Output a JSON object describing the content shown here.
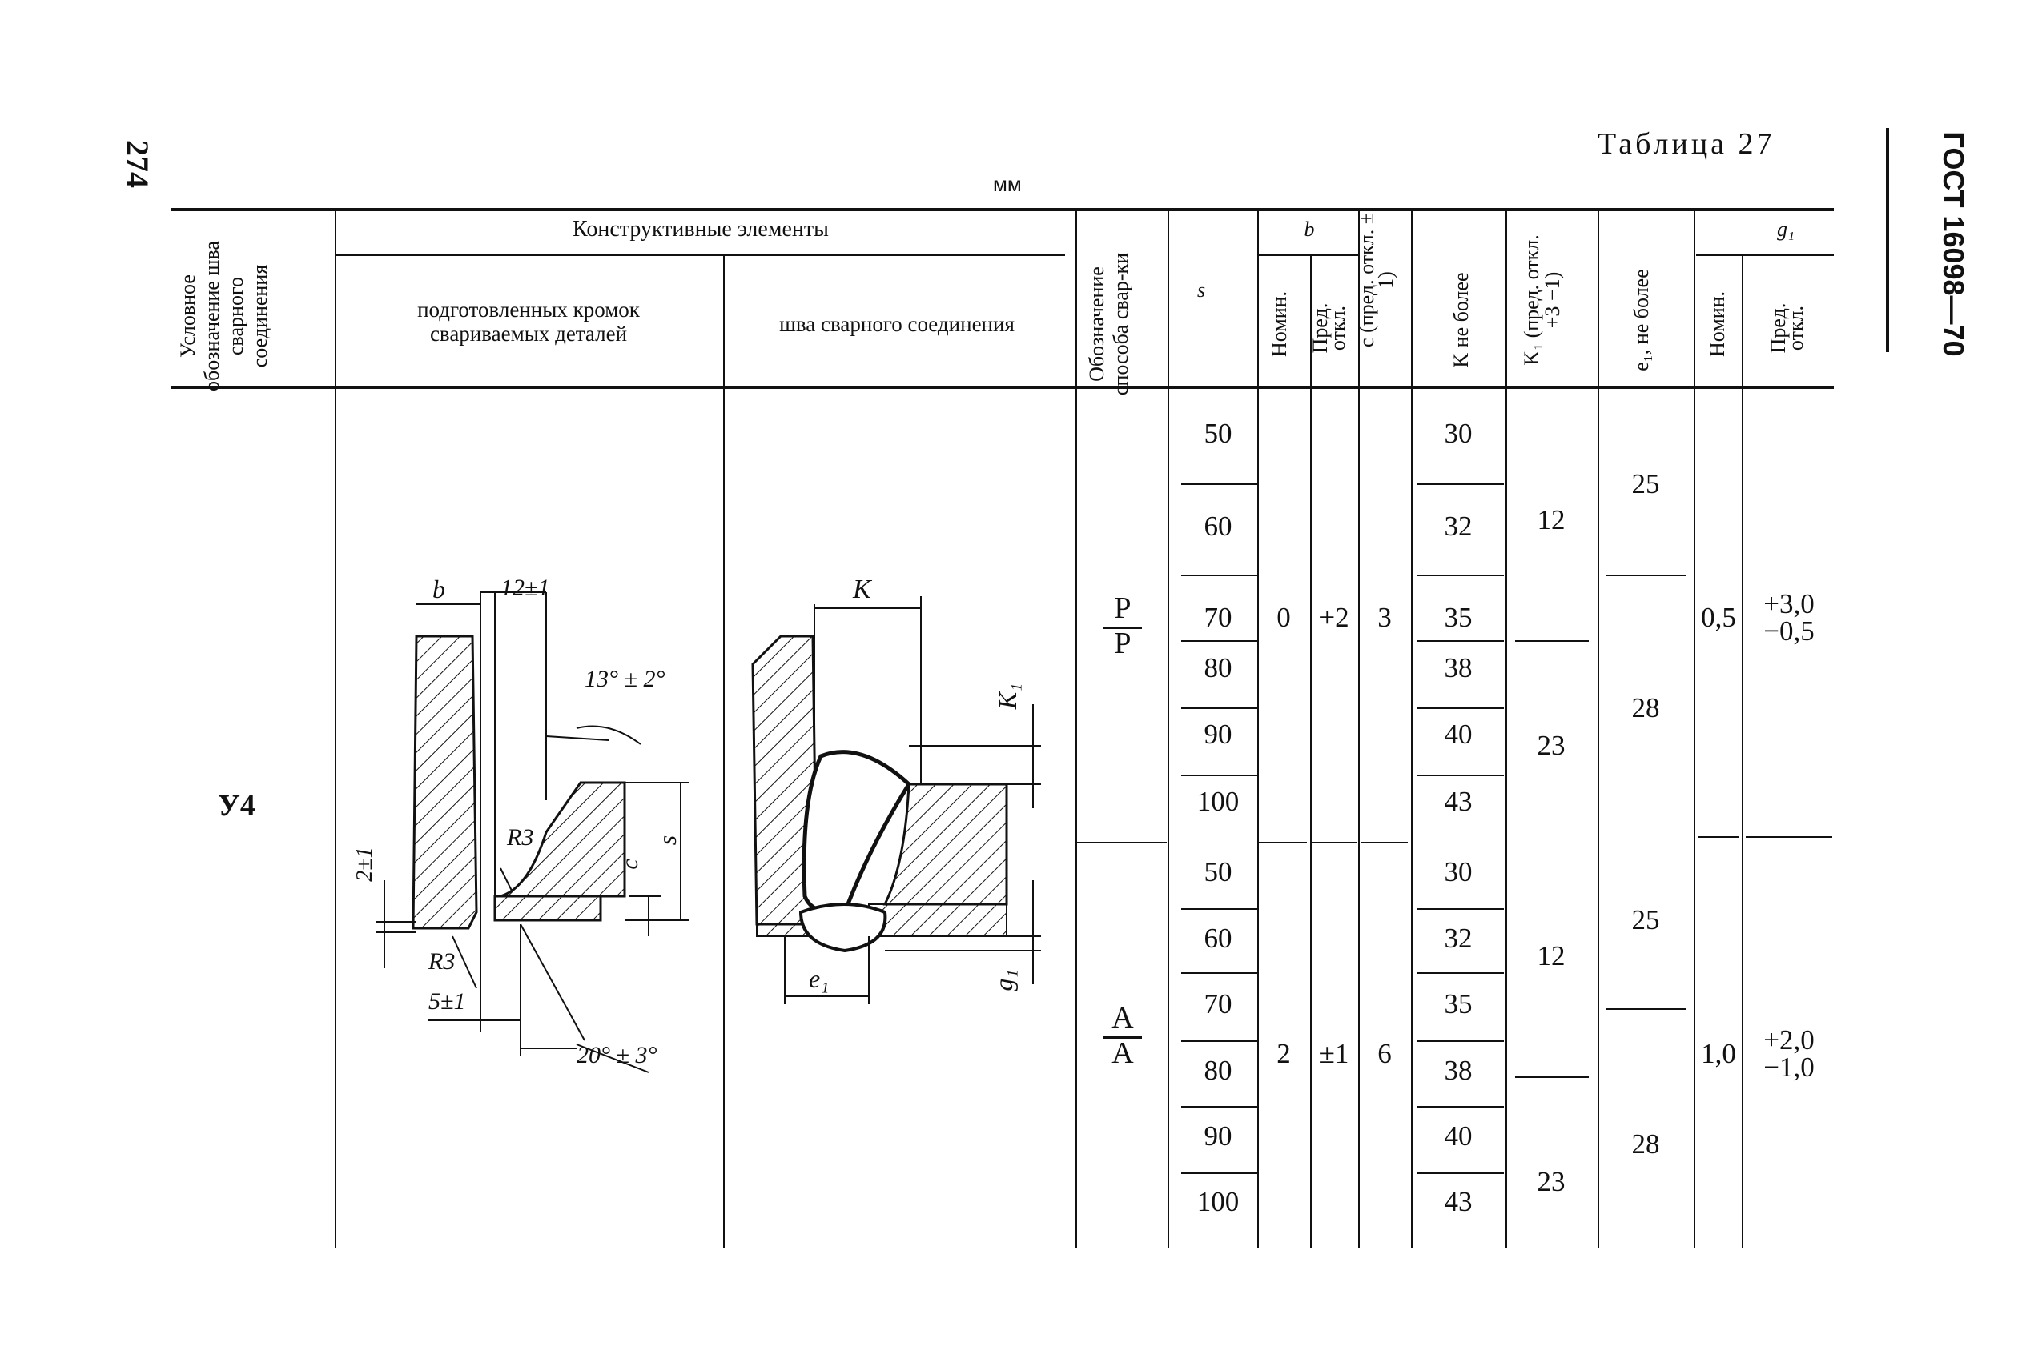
{
  "page": {
    "number": "274",
    "standard": "ГОСТ 16098—70",
    "table_caption": "Таблица 27",
    "units": "мм"
  },
  "headers": {
    "designation": "Условное обозначение шва сварного соединения",
    "constructive": "Конструктивные элементы",
    "prepared_edges": "подготовленных кромок свариваемых деталей",
    "weld_seam": "шва сварного соединения",
    "method": "Обозначение способа свар-ки",
    "s": "s",
    "b": "b",
    "b_nom": "Номин.",
    "b_dev": "Пред. откл.",
    "c": "c (пред. откл. ± 1)",
    "K": "K не более",
    "K1": "K₁ (пред. откл. +3 −1)",
    "e1": "e₁, не более",
    "g1": "g₁",
    "g1_nom": "Номин.",
    "g1_dev": "Пред. откл."
  },
  "row_label": "У4",
  "drawing_labels": {
    "b": "b",
    "gap": "12±1",
    "angle": "13° ± 2°",
    "r3_top": "R3",
    "r3_bottom": "R3",
    "c": "c",
    "s": "s",
    "dim_2": "2±1",
    "dim_5": "5±1",
    "angle2": "20° ± 3°",
    "K": "K",
    "K1": "K₁",
    "e1": "e₁",
    "g1": "g₁"
  },
  "groups": [
    {
      "method_top": "Р",
      "method_bottom": "Р",
      "s": [
        "50",
        "60",
        "70",
        "80",
        "90",
        "100"
      ],
      "b_nom": "0",
      "b_dev": "+2",
      "c": "3",
      "K": [
        "30",
        "32",
        "35",
        "38",
        "40",
        "43"
      ],
      "K1": [
        "12",
        "23"
      ],
      "e1": [
        "25",
        "28"
      ],
      "g1_nom": "0,5",
      "g1_dev_plus": "+3,0",
      "g1_dev_minus": "−0,5"
    },
    {
      "method_top": "А",
      "method_bottom": "А",
      "s": [
        "50",
        "60",
        "70",
        "80",
        "90",
        "100"
      ],
      "b_nom": "2",
      "b_dev": "±1",
      "c": "6",
      "K": [
        "30",
        "32",
        "35",
        "38",
        "40",
        "43"
      ],
      "K1": [
        "12",
        "23"
      ],
      "e1": [
        "25",
        "28"
      ],
      "g1_nom": "1,0",
      "g1_dev_plus": "+2,0",
      "g1_dev_minus": "−1,0"
    }
  ]
}
